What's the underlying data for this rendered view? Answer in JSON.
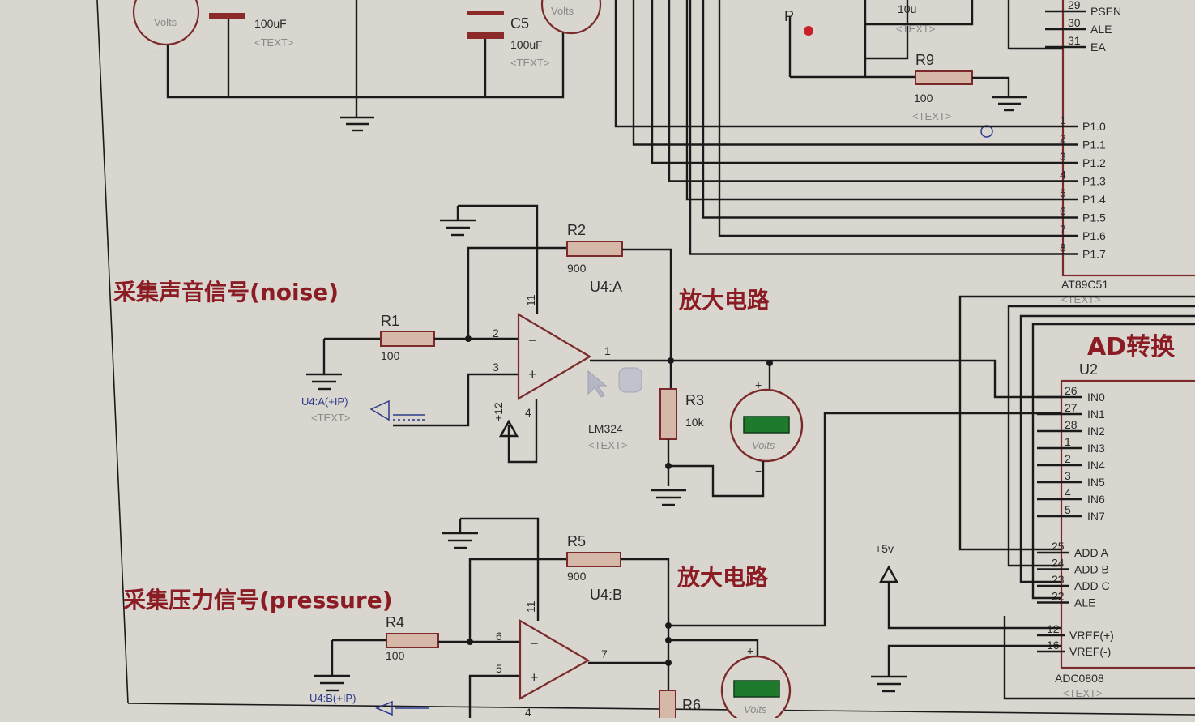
{
  "labels": {
    "noise_title": "采集声音信号(noise)",
    "pressure_title": "采集压力信号(pressure)",
    "amp1": "放大电路",
    "amp2": "放大电路",
    "ad_title": "AD转换"
  },
  "components": {
    "r1": {
      "name": "R1",
      "value": "100"
    },
    "r2": {
      "name": "R2",
      "value": "900"
    },
    "r3": {
      "name": "R3",
      "value": "10k"
    },
    "r4": {
      "name": "R4",
      "value": "100"
    },
    "r5": {
      "name": "R5",
      "value": "900"
    },
    "r6": {
      "name": "R6"
    },
    "r9": {
      "name": "R9",
      "value": "100"
    },
    "u4a": {
      "name": "U4:A",
      "part": "LM324",
      "supply": "+12"
    },
    "u4b": {
      "name": "U4:B"
    },
    "c_top1": {
      "value": "100uF"
    },
    "c5": {
      "name": "C5",
      "value": "100uF"
    },
    "c_top3": {
      "value": "10u"
    },
    "u2": {
      "name": "U2",
      "part": "ADC0808"
    },
    "mcu": {
      "part": "AT89C51"
    },
    "probe_a": "U4:A(+IP)",
    "probe_b": "U4:B(+IP)",
    "supply_5v": "+5v",
    "text_placeholder": "<TEXT>",
    "voltmeter": "Volts"
  },
  "mcu_pins": {
    "top": [
      {
        "num": "29",
        "name": "PSEN"
      },
      {
        "num": "30",
        "name": "ALE"
      },
      {
        "num": "31",
        "name": "EA"
      }
    ],
    "port1": [
      {
        "num": "1",
        "name": "P1.0"
      },
      {
        "num": "2",
        "name": "P1.1"
      },
      {
        "num": "3",
        "name": "P1.2"
      },
      {
        "num": "4",
        "name": "P1.3"
      },
      {
        "num": "5",
        "name": "P1.4"
      },
      {
        "num": "6",
        "name": "P1.5"
      },
      {
        "num": "7",
        "name": "P1.6"
      },
      {
        "num": "8",
        "name": "P1.7"
      }
    ]
  },
  "adc_pins": {
    "inputs": [
      {
        "num": "26",
        "name": "IN0"
      },
      {
        "num": "27",
        "name": "IN1"
      },
      {
        "num": "28",
        "name": "IN2"
      },
      {
        "num": "1",
        "name": "IN3"
      },
      {
        "num": "2",
        "name": "IN4"
      },
      {
        "num": "3",
        "name": "IN5"
      },
      {
        "num": "4",
        "name": "IN6"
      },
      {
        "num": "5",
        "name": "IN7"
      }
    ],
    "control": [
      {
        "num": "25",
        "name": "ADD A"
      },
      {
        "num": "24",
        "name": "ADD B"
      },
      {
        "num": "23",
        "name": "ADD C"
      },
      {
        "num": "22",
        "name": "ALE"
      }
    ],
    "ref": [
      {
        "num": "12",
        "name": "VREF(+)"
      },
      {
        "num": "16",
        "name": "VREF(-)"
      }
    ]
  },
  "opamp_pins": {
    "a": {
      "inv": "2",
      "noninv": "3",
      "out": "1",
      "vcc": "11",
      "vee": "4"
    },
    "b": {
      "inv": "6",
      "noninv": "5",
      "out": "7",
      "vcc": "11",
      "vee": "4"
    }
  }
}
